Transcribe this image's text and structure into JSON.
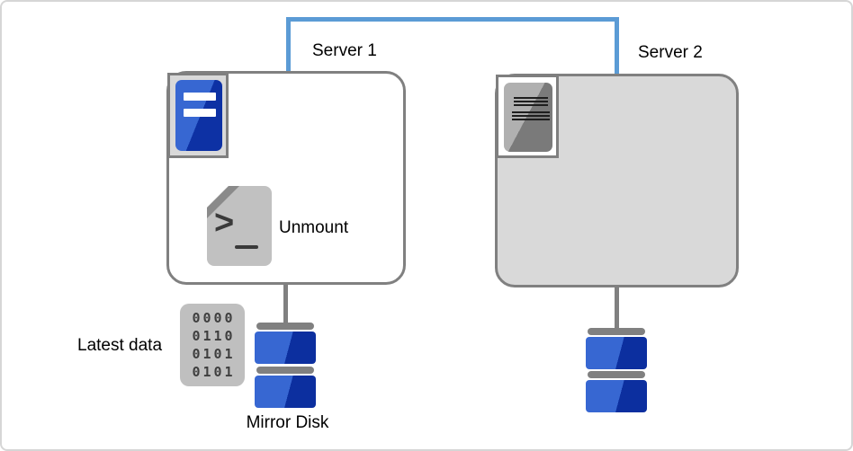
{
  "labels": {
    "server1": "Server 1",
    "server2": "Server 2",
    "unmount": "Unmount",
    "latest_data": "Latest data",
    "mirror_disk": "Mirror Disk"
  },
  "script_icon": {
    "prompt": ">"
  },
  "binary_card": {
    "rows": [
      "0000",
      "0110",
      "0101",
      "0101"
    ]
  },
  "colors": {
    "heartbeat_link_blue": "#5B9BD5",
    "box_border_gray": "#808080",
    "inactive_server_fill": "#D9D9D9",
    "disk_blue_light": "#3767D2",
    "disk_blue_dark": "#0C2F9F",
    "document_gray": "#C1C1C1",
    "binary_text": "#3F3F3F"
  }
}
